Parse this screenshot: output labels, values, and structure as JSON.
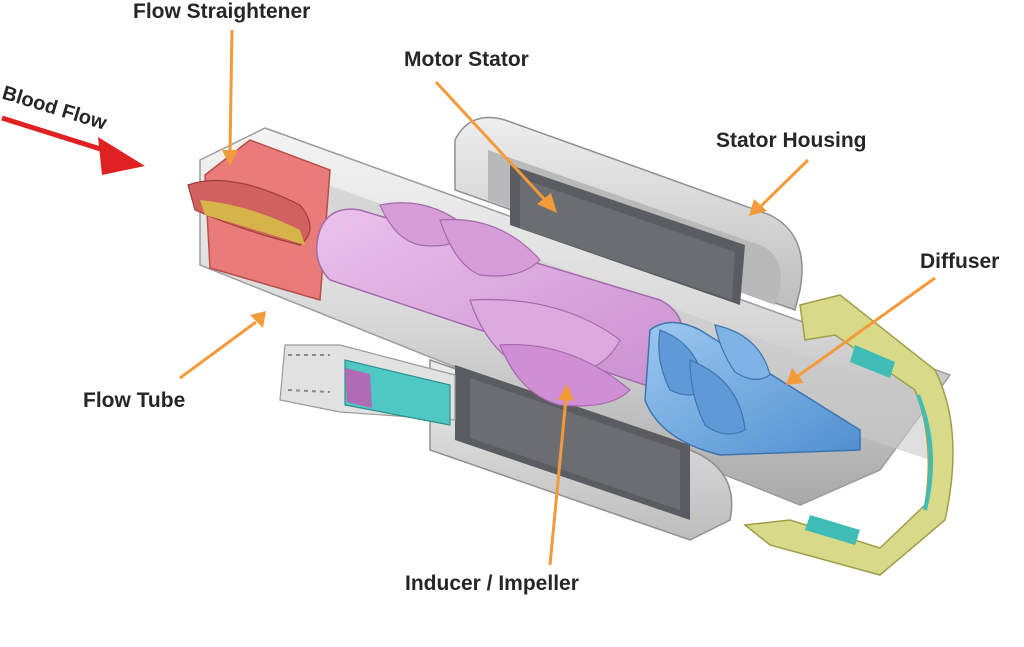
{
  "labels": {
    "flow_straightener": "Flow Straightener",
    "motor_stator": "Motor Stator",
    "stator_housing": "Stator Housing",
    "diffuser": "Diffuser",
    "flow_tube": "Flow Tube",
    "inducer_impeller": "Inducer / Impeller",
    "blood_flow": "Blood Flow"
  },
  "colors": {
    "leader_line": "#f39a3a",
    "blood_flow_arrow": "#e02121",
    "flow_straightener": "#e97b78",
    "impeller": "#d9a6dd",
    "diffuser": "#6da7dd",
    "stator_core": "#5a5c62",
    "end_cap": "#d9d98a",
    "inlet_connector": "#4fc7c2"
  }
}
